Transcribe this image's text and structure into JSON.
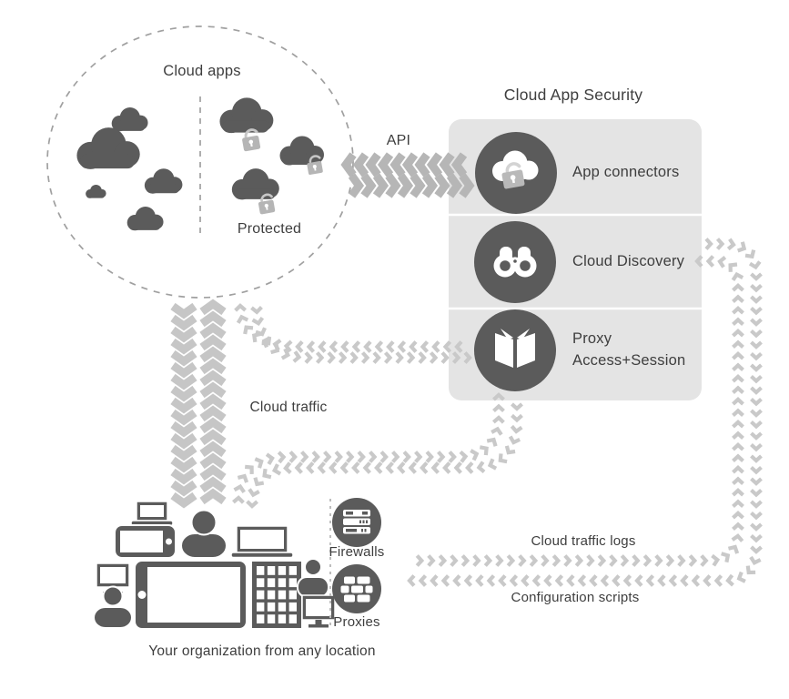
{
  "cloud_circle": {
    "label": "Cloud apps",
    "protected_label": "Protected"
  },
  "api_label": "API",
  "security_panel": {
    "title": "Cloud App Security",
    "rows": [
      {
        "label": "App connectors"
      },
      {
        "label": "Cloud Discovery"
      },
      {
        "label": "Proxy",
        "sublabel": "Access+Session"
      }
    ]
  },
  "flow_labels": {
    "cloud_traffic": "Cloud traffic",
    "cloud_traffic_logs": "Cloud traffic logs",
    "configuration_scripts": "Configuration scripts"
  },
  "network_appliances": {
    "firewalls_label": "Firewalls",
    "proxies_label": "Proxies"
  },
  "org_caption": "Your organization from any location",
  "colors": {
    "dark_gray": "#5b5b5b",
    "panel_gray": "#e4e4e4",
    "chevron_gray": "#c9c9c9",
    "chevron_fat_gray": "#c6c6c6",
    "api_chevron_gray": "#b6b6b6",
    "lock_gray": "#b5b5b5",
    "text_gray": "#3e3e3e"
  },
  "icons": {
    "app_connectors": "cloud-lock-icon",
    "cloud_discovery": "binoculars-icon",
    "proxy": "open-book-icon",
    "firewalls": "server-stack-icon",
    "proxies": "brick-wall-icon"
  }
}
